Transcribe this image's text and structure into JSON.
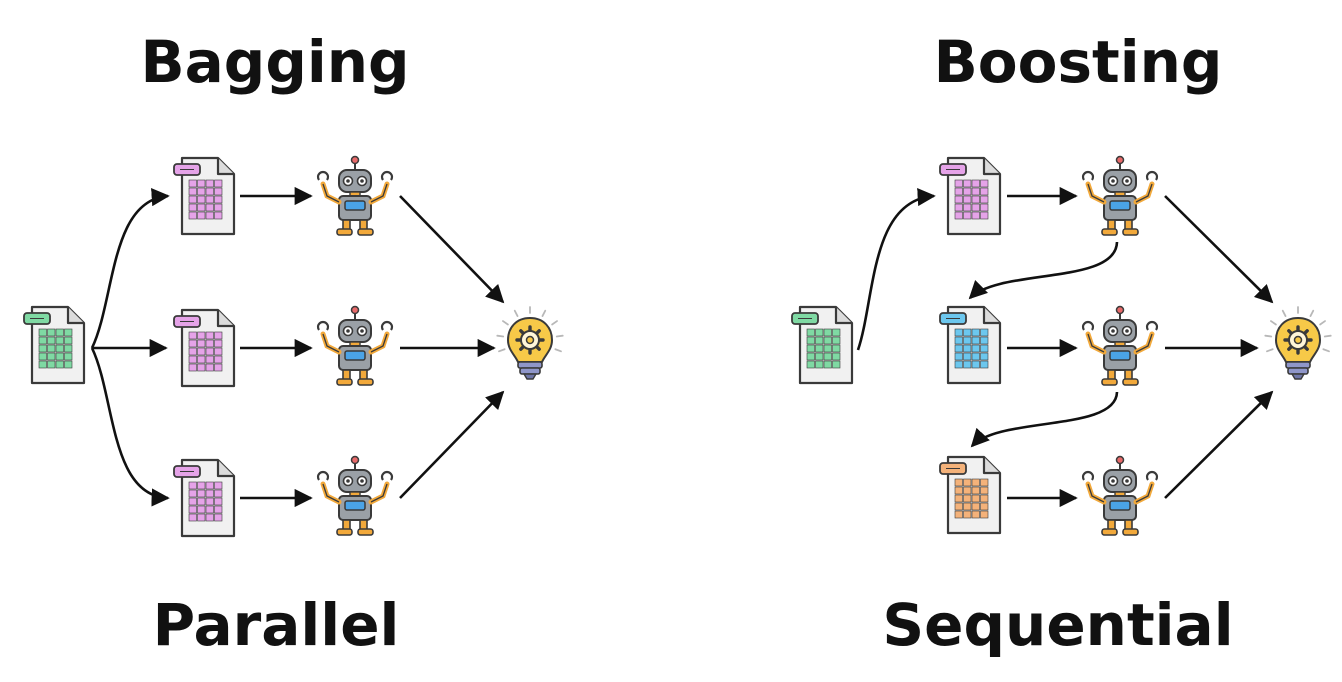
{
  "left": {
    "title": "Bagging",
    "caption": "Parallel",
    "source_icon": "spreadsheet-icon",
    "data_icon": "spreadsheet-icon",
    "model_icon": "robot-icon",
    "output_icon": "lightbulb-gear-icon"
  },
  "right": {
    "title": "Boosting",
    "caption": "Sequential",
    "source_icon": "spreadsheet-icon",
    "data_icon": "spreadsheet-icon",
    "model_icon": "robot-icon",
    "output_icon": "lightbulb-gear-icon"
  },
  "colors": {
    "source_sheet": "#7fd9a3",
    "bagging_sheet": "#e5a3e8",
    "boosting_sheet_1": "#e5a3e8",
    "boosting_sheet_2": "#6cc7ee",
    "boosting_sheet_3": "#f4b27a",
    "robot_body": "#9aa0a6",
    "robot_accent": "#f2a93b",
    "robot_screen": "#4aa3e6",
    "bulb": "#f7c948",
    "bulb_base": "#8f96c9",
    "ink": "#111111"
  }
}
